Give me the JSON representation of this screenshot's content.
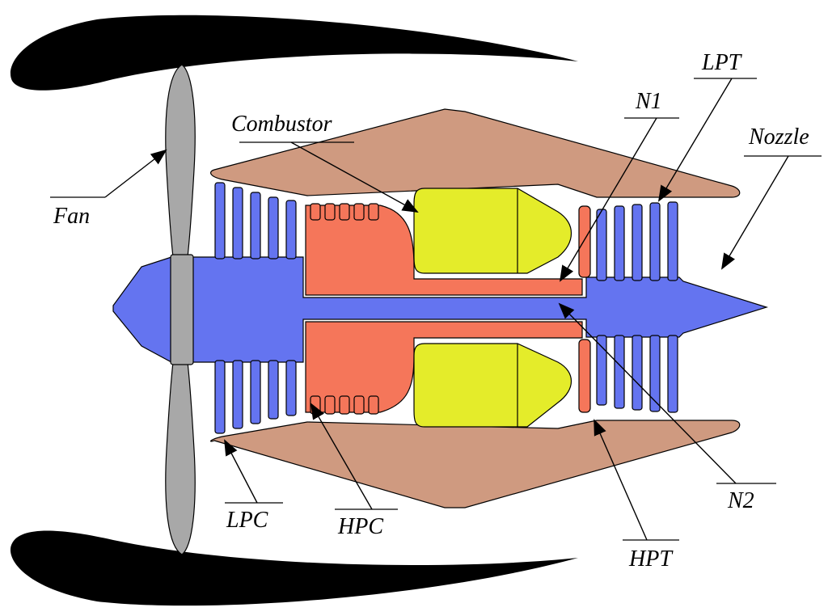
{
  "labels": {
    "fan": "Fan",
    "lpc": "LPC",
    "hpc": "HPC",
    "combustor": "Combustor",
    "n1": "N1",
    "lpt": "LPT",
    "nozzle": "Nozzle",
    "n2": "N2",
    "hpt": "HPT"
  },
  "colors": {
    "nacelle": "#000000",
    "fan_blade": "#a8a8a8",
    "low_pressure_spool": "#6474f0",
    "high_pressure_spool": "#f5765a",
    "combustor": "#e4ec2a",
    "casing": "#cf9a80",
    "outline": "#000000",
    "background": "#ffffff"
  }
}
